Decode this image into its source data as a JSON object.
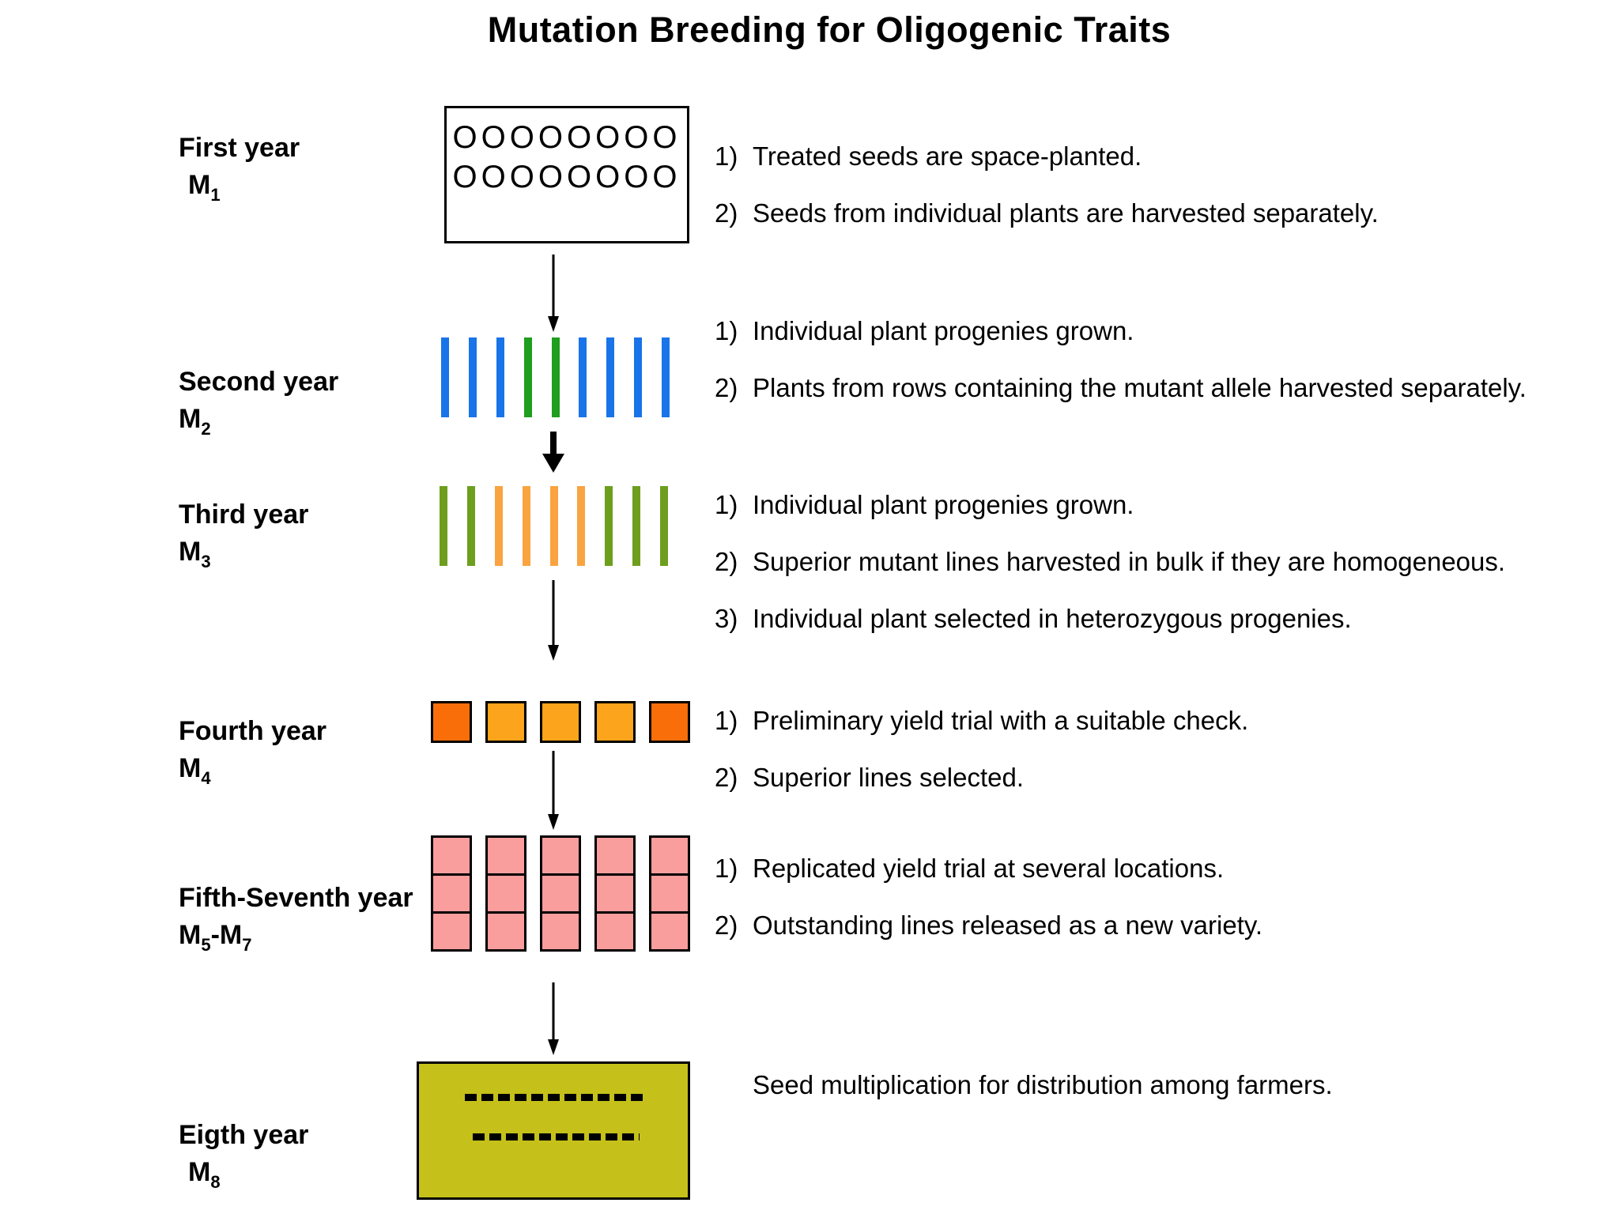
{
  "title": "Mutation Breeding for Oligogenic Traits",
  "palette": {
    "blue": "#1874E8",
    "green": "#1F9E1F",
    "olive_green": "#6E9E1E",
    "orange": "#F9A441",
    "orange_dark": "#FA6E0A",
    "orange_light": "#FCA41B",
    "pink": "#FA9D9D",
    "olive_box": "#C5C11A"
  },
  "stages": [
    {
      "label": "First year",
      "generation": [
        {
          "base": "M",
          "sub": "1"
        }
      ],
      "seed_rows": [
        "OOOOOOOO",
        "OOOOOOOO"
      ],
      "notes": [
        {
          "num": "1)",
          "text": "Treated seeds are space-planted."
        },
        {
          "num": "2)",
          "text": "Seeds from individual plants are harvested separately."
        }
      ]
    },
    {
      "label": "Second year",
      "generation": [
        {
          "base": "M",
          "sub": "2"
        }
      ],
      "bars": [
        "blue",
        "blue",
        "blue",
        "green",
        "green",
        "blue",
        "blue",
        "blue",
        "blue"
      ],
      "notes": [
        {
          "num": "1)",
          "text": "Individual plant progenies grown."
        },
        {
          "num": "2)",
          "text": "Plants from rows containing the mutant allele harvested separately."
        }
      ]
    },
    {
      "label": "Third year",
      "generation": [
        {
          "base": "M",
          "sub": "3"
        }
      ],
      "bars": [
        "olive_green",
        "olive_green",
        "orange",
        "orange",
        "orange",
        "orange",
        "olive_green",
        "olive_green",
        "olive_green"
      ],
      "notes": [
        {
          "num": "1)",
          "text": "Individual plant progenies grown."
        },
        {
          "num": "2)",
          "text": "Superior mutant lines harvested in bulk if they are homogeneous."
        },
        {
          "num": "3)",
          "text": "Individual plant selected in heterozygous progenies."
        }
      ]
    },
    {
      "label": "Fourth year",
      "generation": [
        {
          "base": "M",
          "sub": "4"
        }
      ],
      "squares": [
        "orange_dark",
        "orange_light",
        "orange_light",
        "orange_light",
        "orange_dark"
      ],
      "notes": [
        {
          "num": "1)",
          "text": "Preliminary yield trial with a suitable check."
        },
        {
          "num": "2)",
          "text": "Superior lines selected."
        }
      ]
    },
    {
      "label": "Fifth-Seventh year",
      "generation": [
        {
          "base": "M",
          "sub": "5"
        },
        {
          "base": "-M",
          "sub": "7"
        }
      ],
      "grid": {
        "columns": 5,
        "rows": 3,
        "color": "pink"
      },
      "notes": [
        {
          "num": "1)",
          "text": "Replicated yield trial at several locations."
        },
        {
          "num": "2)",
          "text": "Outstanding lines released as a new variety."
        }
      ]
    },
    {
      "label": "Eigth year",
      "generation": [
        {
          "base": "M",
          "sub": "8"
        }
      ],
      "release_box_color": "olive_box",
      "notes": [
        {
          "num": "",
          "text": "Seed multiplication for distribution among farmers."
        }
      ]
    }
  ]
}
